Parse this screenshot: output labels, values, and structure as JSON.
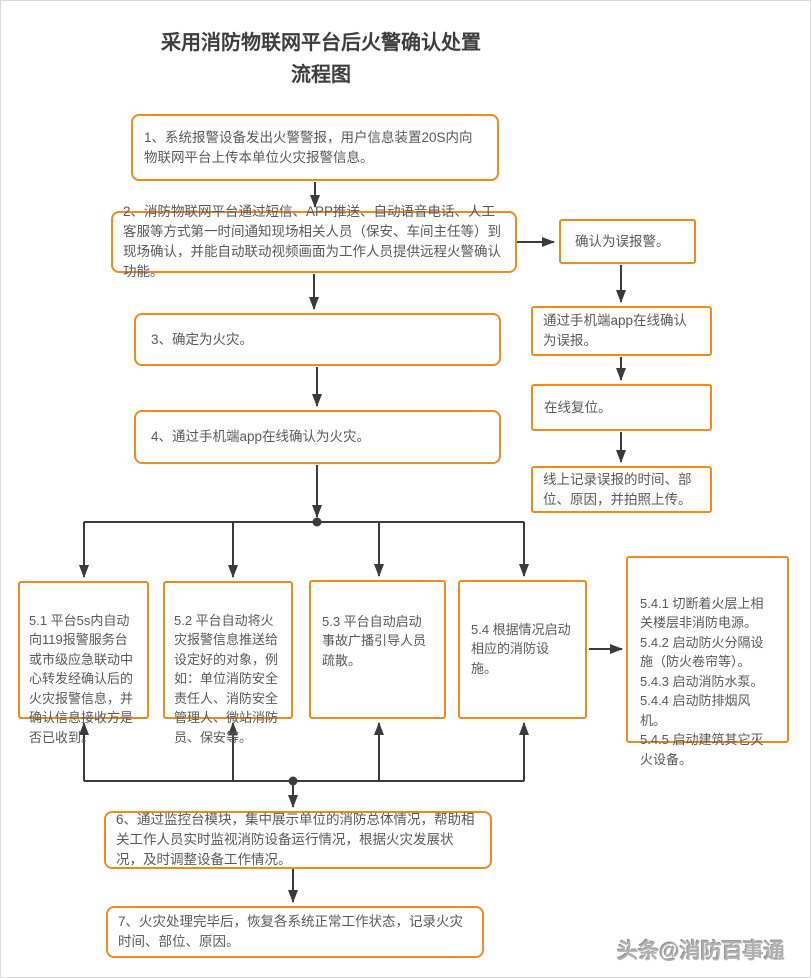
{
  "page": {
    "title_line1": "采用消防物联网平台后火警确认处置",
    "title_line2": "流程图",
    "watermark": "头条@消防百事通"
  },
  "colors": {
    "accent_orange": "#F08C1E",
    "text_gray": "#595959",
    "arrow_dark": "#3B3B3B"
  },
  "nodes": {
    "step1": {
      "text": "1、系统报警设备发出火警警报，用户信息装置20S内向物联网平台上传本单位火灾报警信息。"
    },
    "step2": {
      "text": "2、消防物联网平台通过短信、APP推送、自动语音电话、人工客服等方式第一时间通知现场相关人员（保安、车间主任等）到现场确认，并能自动联动视频画面为工作人员提供远程火警确认功能。"
    },
    "step3": {
      "text": "3、确定为火灾。"
    },
    "step4": {
      "text": "4、通过手机端app在线确认为火灾。"
    },
    "false_alarm": {
      "text": "确认为误报警。"
    },
    "false_confirm_app": {
      "text": "通过手机端app在线确认为误报。"
    },
    "online_reset": {
      "text": "在线复位。"
    },
    "false_record": {
      "text": "线上记录误报的时间、部位、原因，并拍照上传。"
    },
    "step5_1": {
      "text": "5.1 平台5s内自动向119报警服务台或市级应急联动中心转发经确认后的火灾报警信息，并确认信息接收方是否已收到。"
    },
    "step5_2": {
      "text": "5.2 平台自动将火灾报警信息推送给设定好的对象，例如：单位消防安全责任人、消防安全管理人、微站消防员、保安等。"
    },
    "step5_3": {
      "text": "5.3 平台自动启动事故广播引导人员疏散。"
    },
    "step5_4": {
      "text": "5.4 根据情况启动相应的消防设施。"
    },
    "step5_4_detail": {
      "text": "5.4.1 切断着火层上相关楼层非消防电源。\n5.4.2 启动防火分隔设施（防火卷帘等）。\n5.4.3 启动消防水泵。\n5.4.4 启动防排烟风机。\n5.4.5 启动建筑其它灭火设备。"
    },
    "step6": {
      "text": "6、通过监控台模块，集中展示单位的消防总体情况，帮助相关工作人员实时监视消防设备运行情况，根据火灾发展状况，及时调整设备工作情况。"
    },
    "step7": {
      "text": "7、火灾处理完毕后，恢复各系统正常工作状态，记录火灾时间、部位、原因。"
    }
  }
}
